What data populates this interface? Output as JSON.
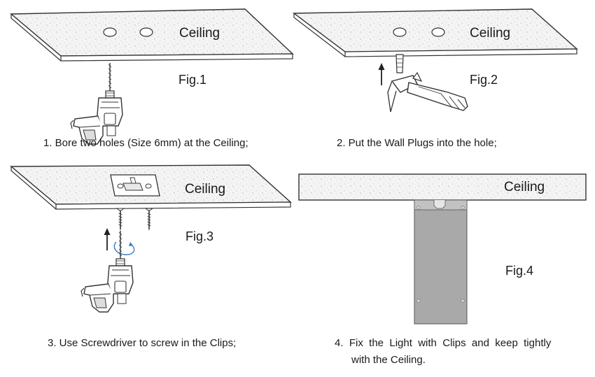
{
  "panels": [
    {
      "ceiling_label": "Ceiling",
      "figure_label": "Fig.1",
      "caption": "1. Bore two holes (Size 6mm) at the Ceiling;"
    },
    {
      "ceiling_label": "Ceiling",
      "figure_label": "Fig.2",
      "caption": "2. Put the Wall Plugs into the hole;"
    },
    {
      "ceiling_label": "Ceiling",
      "figure_label": "Fig.3",
      "caption": "3. Use Screwdriver to screw in the Clips;"
    },
    {
      "ceiling_label": "Ceiling",
      "figure_label": "Fig.4",
      "caption_line1": "4.  Fix  the  Light  with  Clips  and  keep  tightly",
      "caption_line2": "with the Ceiling."
    }
  ],
  "colors": {
    "line": "#333333",
    "board_fill": "#f4f4f4",
    "speckle": "#b8b8b8",
    "light_panel": "#a9a9a9",
    "arrow": "#222222",
    "rotation_arrow": "#3a78c0"
  },
  "icons": [
    "drill-icon",
    "hammer-icon",
    "wall-plug-icon",
    "screw-icon",
    "ceiling-clip-icon",
    "rotation-arrow-icon",
    "up-arrow-icon"
  ]
}
